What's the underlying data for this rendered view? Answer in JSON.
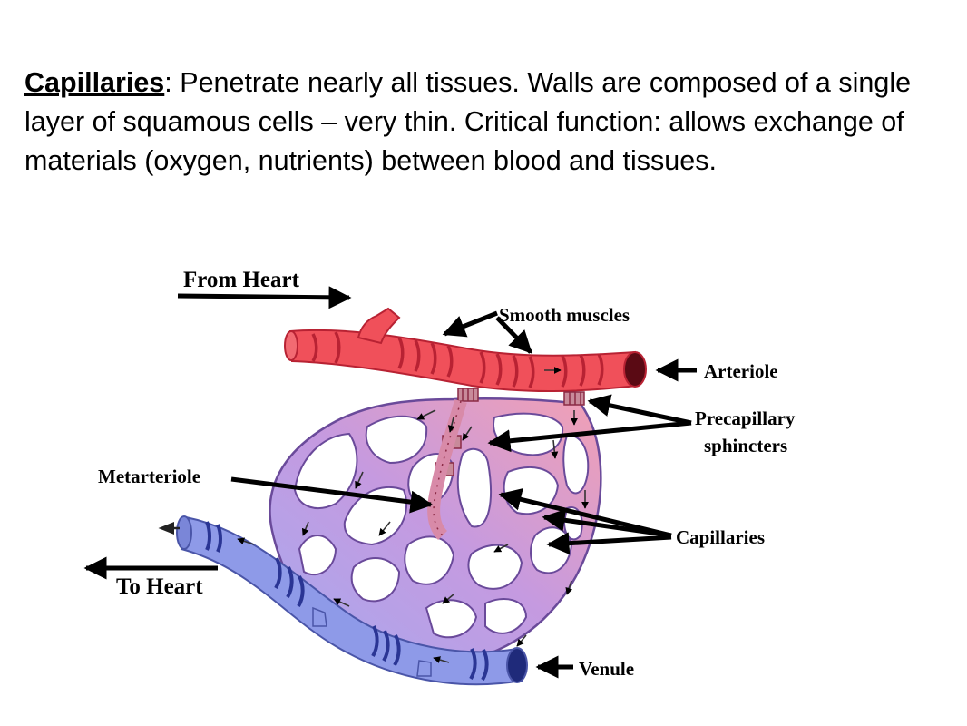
{
  "slide": {
    "term": "Capillaries",
    "body": ":  Penetrate nearly all tissues.  Walls are composed of a single layer of squamous cells – very thin.  Critical function: allows exchange of materials (oxygen, nutrients) between blood and tissues."
  },
  "diagram": {
    "labels": {
      "from_heart": "From Heart",
      "smooth_muscles": "Smooth muscles",
      "arteriole": "Arteriole",
      "precapillary_line1": "Precapillary",
      "precapillary_line2": "sphincters",
      "metarteriole": "Metarteriole",
      "capillaries": "Capillaries",
      "to_heart": "To Heart",
      "venule": "Venule"
    },
    "colors": {
      "arteriole": "#f0505a",
      "arteriole_band": "#b82233",
      "venule": "#8e9ae8",
      "venule_band": "#2a3594",
      "capillary_arterial": "#f2a0b4",
      "capillary_mid": "#c59ae0",
      "capillary_venous": "#a8a8ee",
      "capillary_outline": "#6a4a9a"
    }
  }
}
